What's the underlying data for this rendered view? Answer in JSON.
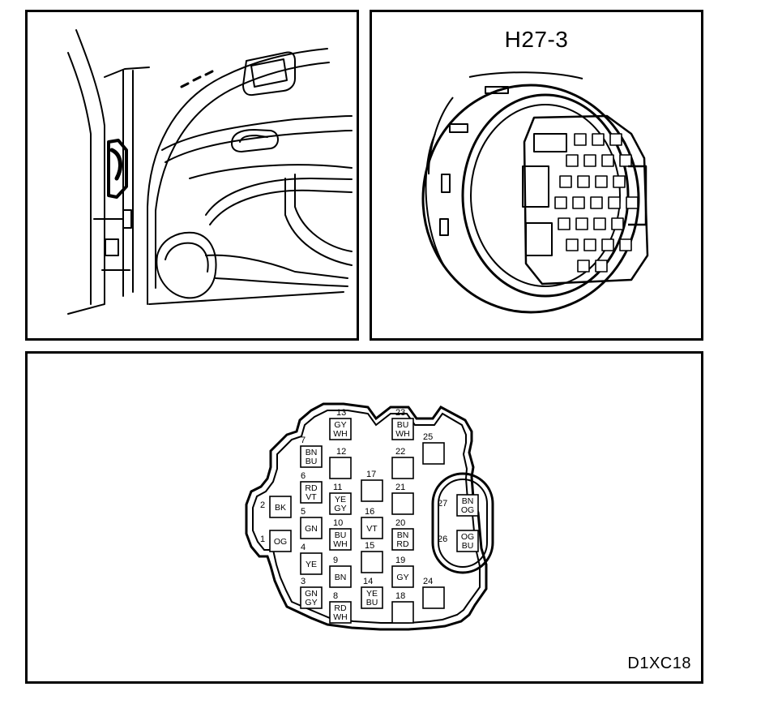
{
  "connector_title": "H27-3",
  "diagram_id": "D1XC18",
  "pins": [
    {
      "num": "1",
      "code": [
        "OG"
      ]
    },
    {
      "num": "2",
      "code": [
        "BK"
      ]
    },
    {
      "num": "3",
      "code": [
        "GN",
        "GY"
      ]
    },
    {
      "num": "4",
      "code": [
        "YE"
      ]
    },
    {
      "num": "5",
      "code": [
        "GN"
      ]
    },
    {
      "num": "6",
      "code": [
        "RD",
        "VT"
      ]
    },
    {
      "num": "7",
      "code": [
        "BN",
        "BU"
      ]
    },
    {
      "num": "8",
      "code": [
        "RD",
        "WH"
      ]
    },
    {
      "num": "9",
      "code": [
        "BN"
      ]
    },
    {
      "num": "10",
      "code": [
        "BU",
        "WH"
      ]
    },
    {
      "num": "11",
      "code": [
        "YE",
        "GY"
      ]
    },
    {
      "num": "12",
      "code": []
    },
    {
      "num": "13",
      "code": [
        "GY",
        "WH"
      ]
    },
    {
      "num": "14",
      "code": [
        "YE",
        "BU"
      ]
    },
    {
      "num": "15",
      "code": []
    },
    {
      "num": "16",
      "code": [
        "VT"
      ]
    },
    {
      "num": "17",
      "code": []
    },
    {
      "num": "18",
      "code": []
    },
    {
      "num": "19",
      "code": [
        "GY"
      ]
    },
    {
      "num": "20",
      "code": [
        "BN",
        "RD"
      ]
    },
    {
      "num": "21",
      "code": []
    },
    {
      "num": "22",
      "code": []
    },
    {
      "num": "23",
      "code": [
        "BU",
        "WH"
      ]
    },
    {
      "num": "24",
      "code": []
    },
    {
      "num": "25",
      "code": []
    },
    {
      "num": "26",
      "code": [
        "OG",
        "BU"
      ]
    },
    {
      "num": "27",
      "code": [
        "BN",
        "OG"
      ]
    }
  ]
}
